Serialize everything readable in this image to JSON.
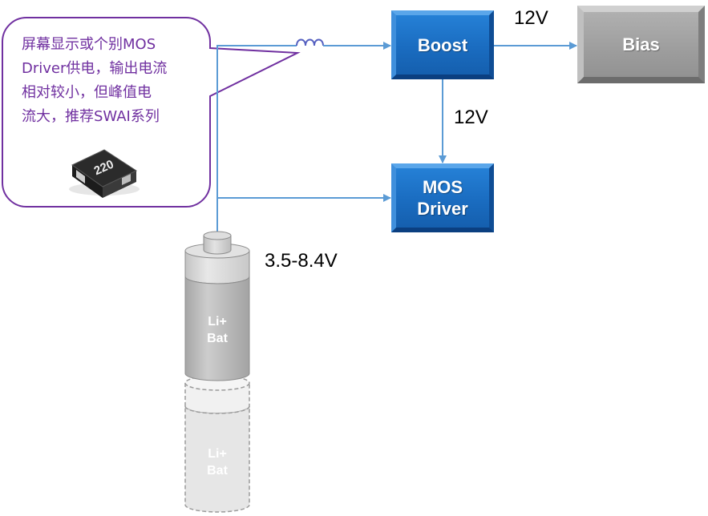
{
  "callout": {
    "lines": [
      "屏幕显示或个别MOS",
      "Driver供电，输出电流",
      "相对较小，但峰值电",
      "流大，推荐SWAI系列"
    ],
    "component_marking": "220"
  },
  "blocks": {
    "boost": "Boost",
    "bias": "Bias",
    "mos_driver": {
      "line1": "MOS",
      "line2": "Driver"
    }
  },
  "voltages": {
    "boost_to_bias": "12V",
    "boost_to_driver": "12V",
    "battery": "3.5-8.4V"
  },
  "batteries": [
    {
      "line1": "Li+",
      "line2": "Bat"
    },
    {
      "line1": "Li+",
      "line2": "Bat"
    }
  ],
  "colors": {
    "wire": "#5b9bd5",
    "block_blue": "#1a6cc0",
    "block_grey": "#9d9d9d",
    "callout": "#7030a0"
  }
}
